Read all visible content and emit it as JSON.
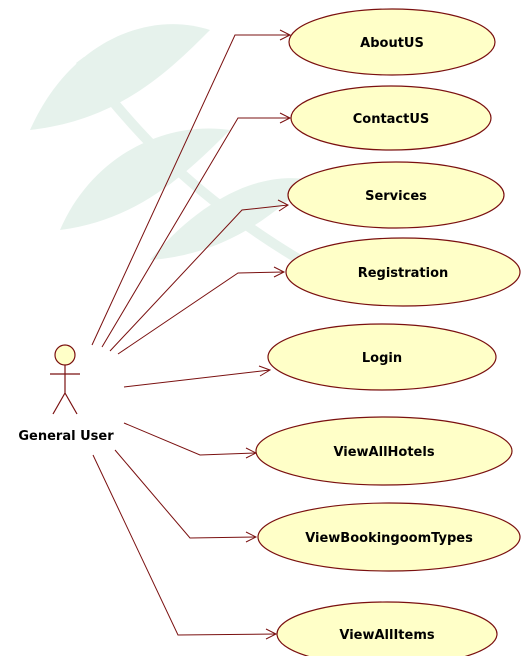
{
  "diagram": {
    "actor": {
      "name": "General User"
    },
    "use_cases": [
      {
        "id": "about",
        "label": "AboutUS"
      },
      {
        "id": "contact",
        "label": "ContactUS"
      },
      {
        "id": "services",
        "label": "Services"
      },
      {
        "id": "registration",
        "label": "Registration"
      },
      {
        "id": "login",
        "label": "Login"
      },
      {
        "id": "hotels",
        "label": "ViewAllHotels"
      },
      {
        "id": "booking",
        "label": "ViewBookingoomTypes"
      },
      {
        "id": "items",
        "label": "ViewAllItems"
      }
    ],
    "colors": {
      "use_case_fill": "#ffffc8",
      "use_case_stroke": "#7a1010",
      "association_line": "#7a1010",
      "actor_fill": "#ffffc8",
      "actor_stroke": "#7a1010",
      "watermark": "#e6f2ec"
    }
  }
}
